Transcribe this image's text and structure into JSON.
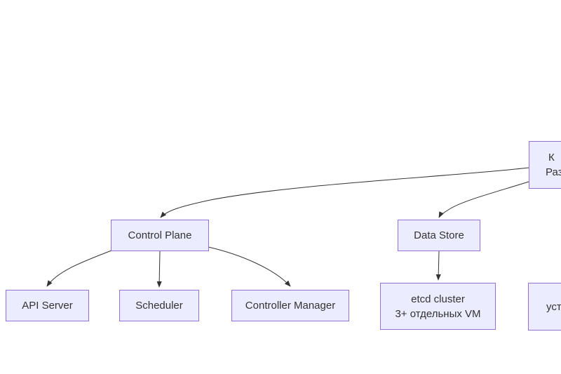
{
  "diagram": {
    "type": "flowchart",
    "colors": {
      "background": "#ffffff",
      "node_fill": "#ECECFF",
      "node_border": "#9370DB",
      "edge": "#333333",
      "text": "#333333"
    },
    "nodes": [
      {
        "id": "root",
        "lines": [
          "К",
          "Раз"
        ],
        "note": "clipped at right edge of screenshot"
      },
      {
        "id": "control-plane",
        "lines": [
          "Control Plane"
        ]
      },
      {
        "id": "data-store",
        "lines": [
          "Data Store"
        ]
      },
      {
        "id": "api-server",
        "lines": [
          "API Server"
        ]
      },
      {
        "id": "scheduler",
        "lines": [
          "Scheduler"
        ]
      },
      {
        "id": "controller-manager",
        "lines": [
          "Controller Manager"
        ]
      },
      {
        "id": "etcd",
        "lines": [
          "etcd cluster",
          "3+ отдельных VM"
        ]
      },
      {
        "id": "bottom-right",
        "lines": [
          "",
          "уста"
        ],
        "note": "clipped at right edge of screenshot"
      }
    ],
    "edges": [
      {
        "from": "root",
        "to": "control-plane"
      },
      {
        "from": "root",
        "to": "data-store"
      },
      {
        "from": "control-plane",
        "to": "api-server"
      },
      {
        "from": "control-plane",
        "to": "scheduler"
      },
      {
        "from": "control-plane",
        "to": "controller-manager"
      },
      {
        "from": "data-store",
        "to": "etcd"
      }
    ]
  }
}
